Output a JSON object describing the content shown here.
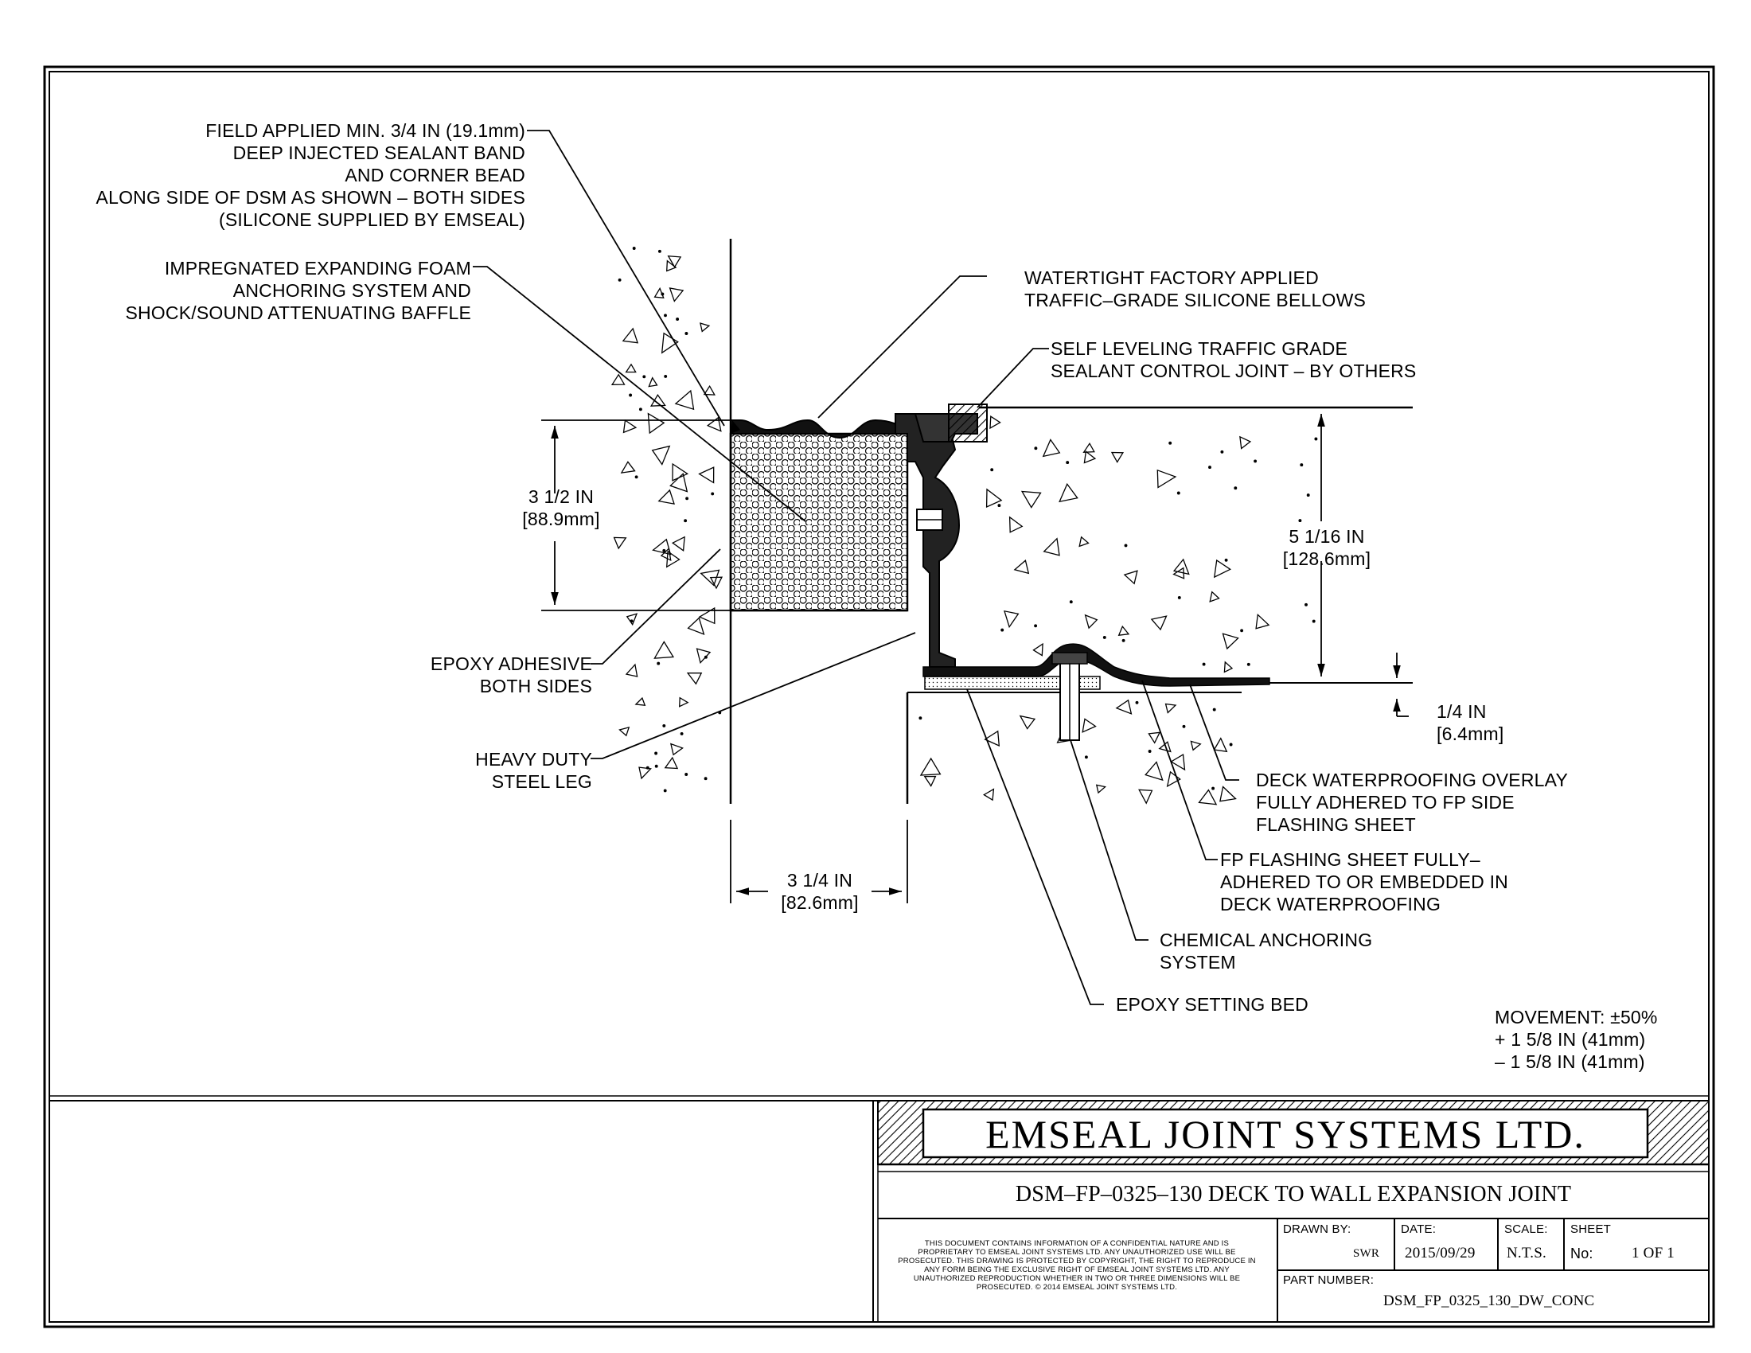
{
  "notes": {
    "field_applied": "FIELD APPLIED MIN. 3/4 IN (19.1mm)\nDEEP INJECTED SEALANT BAND\nAND CORNER BEAD\nALONG SIDE OF DSM AS SHOWN – BOTH SIDES\n(SILICONE SUPPLIED BY EMSEAL)",
    "impregnated_foam": "IMPREGNATED EXPANDING FOAM\nANCHORING SYSTEM AND\nSHOCK/SOUND ATTENUATING BAFFLE",
    "watertight_bellows": "WATERTIGHT FACTORY APPLIED\nTRAFFIC–GRADE SILICONE BELLOWS",
    "self_leveling": "SELF LEVELING TRAFFIC GRADE\nSEALANT CONTROL JOINT – BY OTHERS",
    "epoxy_adhesive": "EPOXY ADHESIVE\nBOTH SIDES",
    "heavy_duty_leg": "HEAVY DUTY\nSTEEL LEG",
    "deck_overlay": "DECK WATERPROOFING OVERLAY\nFULLY ADHERED TO FP SIDE\nFLASHING SHEET",
    "fp_flashing": "FP FLASHING SHEET FULLY–\nADHERED TO OR EMBEDDED IN\nDECK WATERPROOFING",
    "chemical_anchoring": "CHEMICAL ANCHORING\nSYSTEM",
    "epoxy_setting_bed": "EPOXY SETTING BED"
  },
  "dimensions": {
    "left_depth": "3 1/2 IN\n[88.9mm]",
    "right_depth": "5 1/16 IN\n[128.6mm]",
    "joint_width": "3 1/4 IN\n[82.6mm]",
    "recess": "1/4 IN\n[6.4mm]"
  },
  "movement": {
    "title": "MOVEMENT: ±50%",
    "plus": "+ 1 5/8 IN (41mm)",
    "minus": "– 1 5/8 IN (41mm)"
  },
  "title_block": {
    "company": "EMSEAL JOINT SYSTEMS LTD.",
    "drawing_title": "DSM–FP–0325–130 DECK TO WALL EXPANSION JOINT",
    "disclaimer": "THIS DOCUMENT CONTAINS INFORMATION OF A CONFIDENTIAL NATURE AND IS PROPRIETARY TO EMSEAL JOINT SYSTEMS LTD. ANY UNAUTHORIZED USE WILL BE PROSECUTED. THIS DRAWING IS PROTECTED BY COPYRIGHT, THE RIGHT TO REPRODUCE IN ANY FORM BEING THE EXCLUSIVE RIGHT OF EMSEAL JOINT SYSTEMS LTD. ANY UNAUTHORIZED REPRODUCTION WHETHER IN TWO OR THREE DIMENSIONS WILL BE PROSECUTED. © 2014 EMSEAL JOINT SYSTEMS LTD.",
    "drawn_by_label": "DRAWN BY:",
    "drawn_by": "SWR",
    "date_label": "DATE:",
    "date": "2015/09/29",
    "scale_label": "SCALE:",
    "scale": "N.T.S.",
    "sheet_label": "SHEET",
    "sheet_no_label": "No:",
    "sheet_no": "1 OF 1",
    "part_number_label": "PART NUMBER:",
    "part_number": "DSM_FP_0325_130_DW_CONC"
  }
}
